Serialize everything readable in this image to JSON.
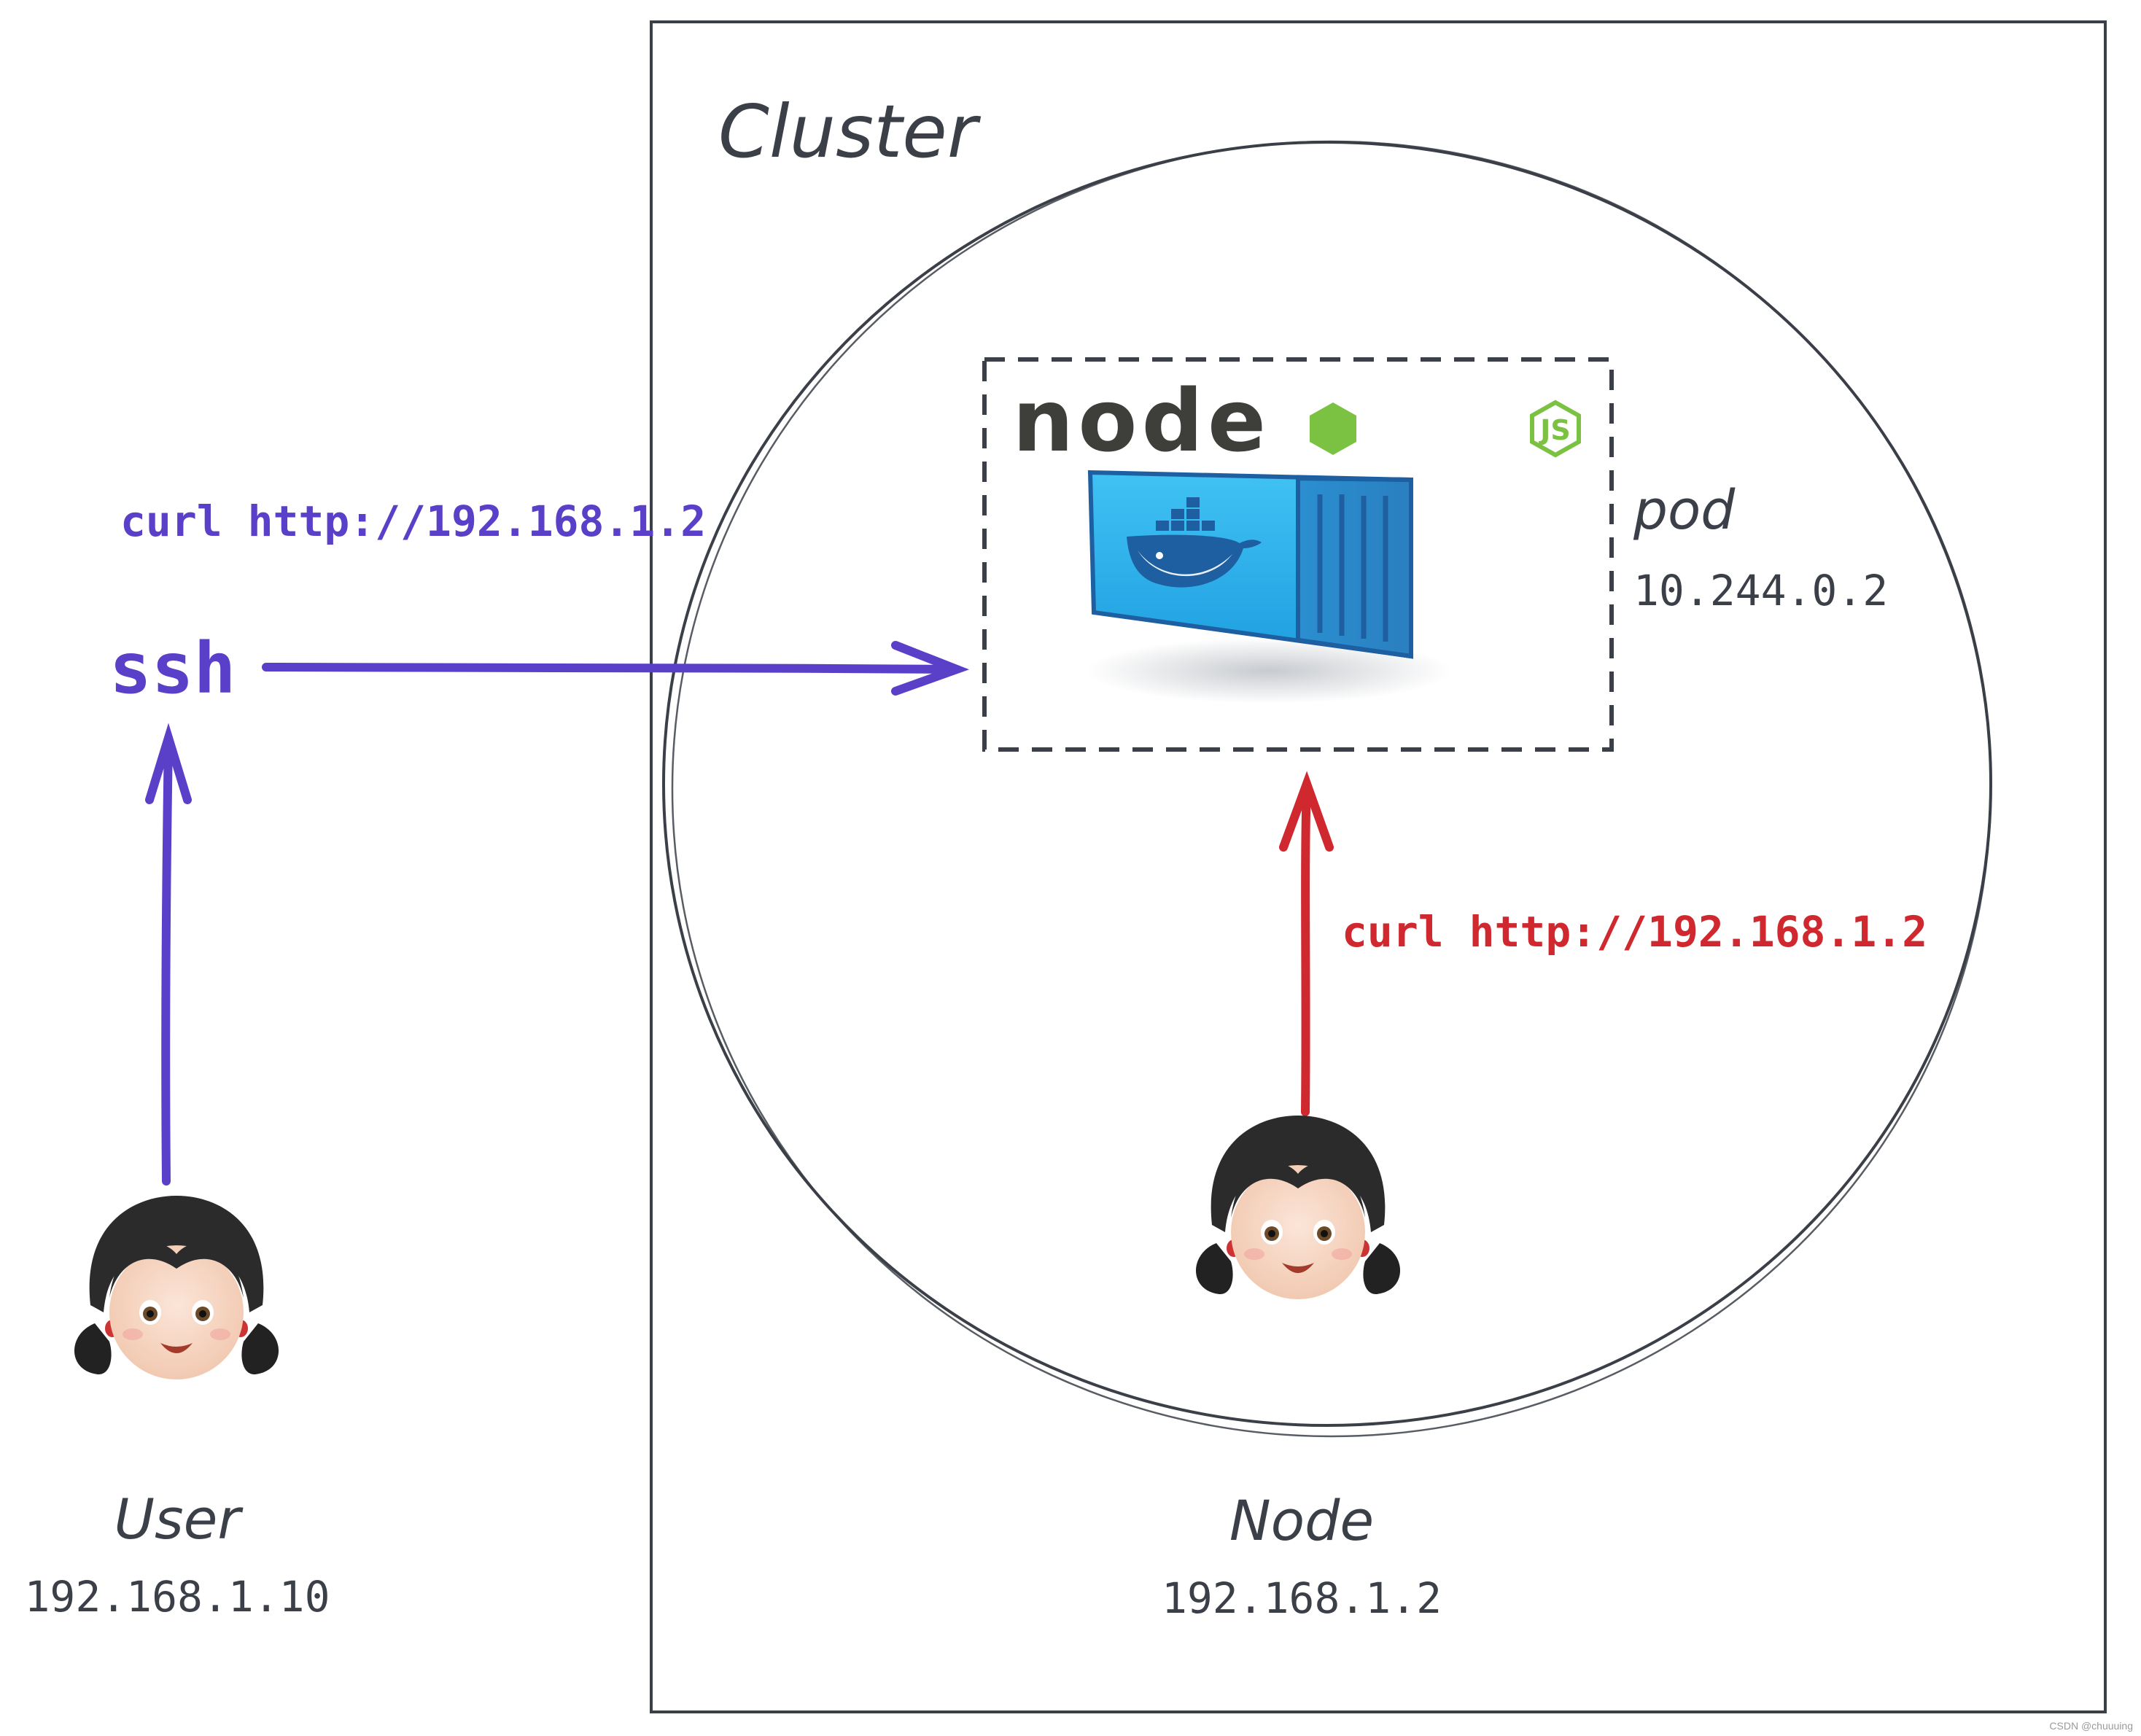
{
  "cluster": {
    "title": "Cluster"
  },
  "user": {
    "label": "User",
    "ip": "192.168.1.10",
    "ssh_label": "ssh",
    "command": "curl http://192.168.1.2",
    "icon": "girl-emoji-icon"
  },
  "node": {
    "label": "Node",
    "ip": "192.168.1.2",
    "command": "curl http://192.168.1.2",
    "icon": "girl-emoji-icon"
  },
  "pod": {
    "label": "pod",
    "ip": "10.244.0.2",
    "logo_text": "node",
    "logo_badge": "JS",
    "container_icon": "docker-container-icon"
  },
  "watermark": "CSDN @chuuuing",
  "colors": {
    "ink": "#3b3f48",
    "user_path": "#5a3fc8",
    "node_path": "#d0282f",
    "node_green": "#7cc242",
    "node_dark": "#3e3e3a",
    "container_blue": "#2aaae8",
    "container_dark": "#1d5fa0"
  }
}
